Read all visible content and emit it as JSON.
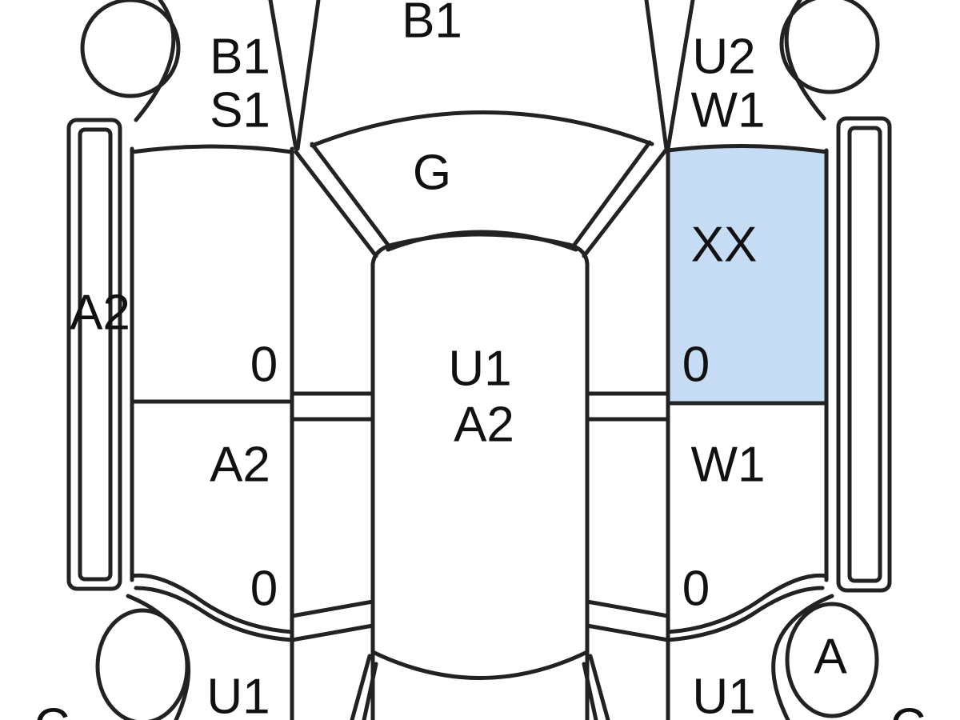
{
  "diagram": {
    "highlight_color": "#c6dcf5",
    "labels": {
      "hood": "B1",
      "front_left_fender_1": "B1",
      "front_left_fender_2": "S1",
      "front_right_fender_1": "U2",
      "front_right_fender_2": "W1",
      "windshield": "G",
      "front_right_door": "XX",
      "left_sill": "A2",
      "front_left_door_value": "0",
      "front_right_door_value": "0",
      "roof_1": "U1",
      "roof_2": "A2",
      "rear_left_door": "A2",
      "rear_right_door": "W1",
      "rear_left_door_value": "0",
      "rear_right_door_value": "0",
      "rear_right_wheel": "A",
      "rear_left_fender": "U1",
      "rear_right_fender": "U1",
      "rear_left_corner": "C",
      "rear_right_corner": "C"
    }
  }
}
